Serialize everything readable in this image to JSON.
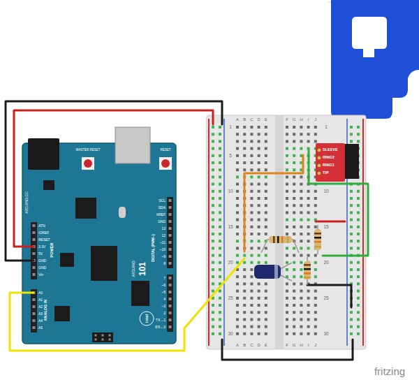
{
  "diagram": {
    "labels": [
      "MASTER RESET",
      "RESET",
      "ARDUINO.CC",
      "ATN",
      "IOREF",
      "RESET",
      "3.3V",
      "5V",
      "GND",
      "GND",
      "Vin",
      "POWER",
      "A0",
      "A1",
      "A2",
      "A3",
      "A4",
      "A5",
      "ANALOG IN",
      "SCL",
      "SDA",
      "AREF",
      "GND",
      "13",
      "12",
      "~11",
      "~10",
      "~9",
      "8",
      "7",
      "~6",
      "~5",
      "4",
      "~3",
      "2",
      "TX→1",
      "RX←0",
      "DIGITAL (PWM~)",
      "ARDUINO",
      "101",
      "intel",
      "A",
      "B",
      "C",
      "D",
      "E",
      "F",
      "G",
      "H",
      "I",
      "J",
      "A",
      "B",
      "C",
      "D",
      "E",
      "F",
      "G",
      "H",
      "I",
      "J",
      "1",
      "5",
      "10",
      "15",
      "20",
      "25",
      "30",
      "1",
      "5",
      "10",
      "15",
      "20",
      "25",
      "30",
      "SLEEVE",
      "RING2",
      "RING1",
      "TIP",
      "fritzing"
    ]
  }
}
